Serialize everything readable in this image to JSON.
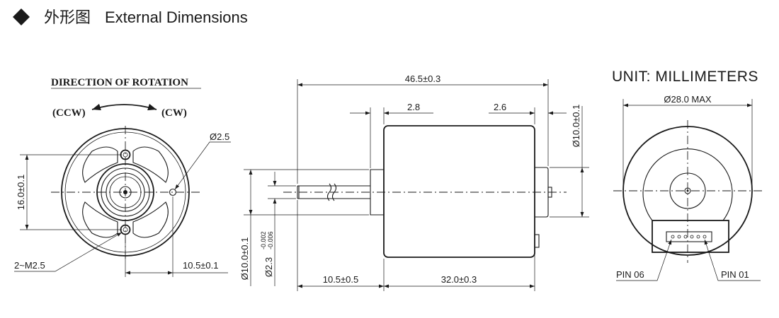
{
  "header": {
    "icon": "diamond-icon",
    "title_cn": "外形图",
    "title_en": "External Dimensions"
  },
  "front_view": {
    "rotation_title": "DIRECTION OF ROTATION",
    "ccw": "(CCW)",
    "cw": "(CW)",
    "hole_dia": "Ø2.5",
    "height": "16.0±0.1",
    "screws": "2~M2.5",
    "offset": "10.5±0.1"
  },
  "side_view": {
    "overall_length": "46.5±0.3",
    "left_step": "2.8",
    "right_step": "2.6",
    "boss_dia": "Ø10.0±0.1",
    "left_boss_dia": "Ø10.0±0.1",
    "shaft_dia": "Ø2.3",
    "shaft_tol_upper": "-0.002",
    "shaft_tol_lower": "-0.006",
    "shaft_length": "10.5±0.5",
    "body_length": "32.0±0.3"
  },
  "rear_view": {
    "unit_label": "UNIT: MILLIMETERS",
    "diameter": "Ø28.0 MAX",
    "pin_left": "PIN 06",
    "pin_right": "PIN 01"
  }
}
